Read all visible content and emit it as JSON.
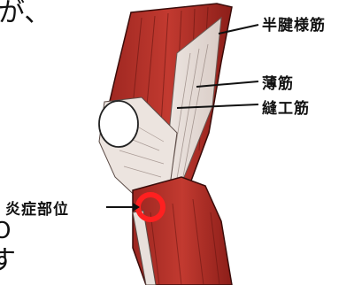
{
  "diagram": {
    "labels": {
      "semitendinosus": "半腱様筋",
      "gracilis": "薄筋",
      "sartorius": "縫工筋",
      "inflammation_site": "炎症部位"
    },
    "cropped_text": {
      "top_left": "が、",
      "bottom_left_1": "O",
      "bottom_left_2": "す"
    },
    "colors": {
      "muscle": "#b8312a",
      "muscle_dark": "#8e1f1a",
      "tendon": "#e9e2dd",
      "highlight": "#ff2a2a"
    }
  }
}
